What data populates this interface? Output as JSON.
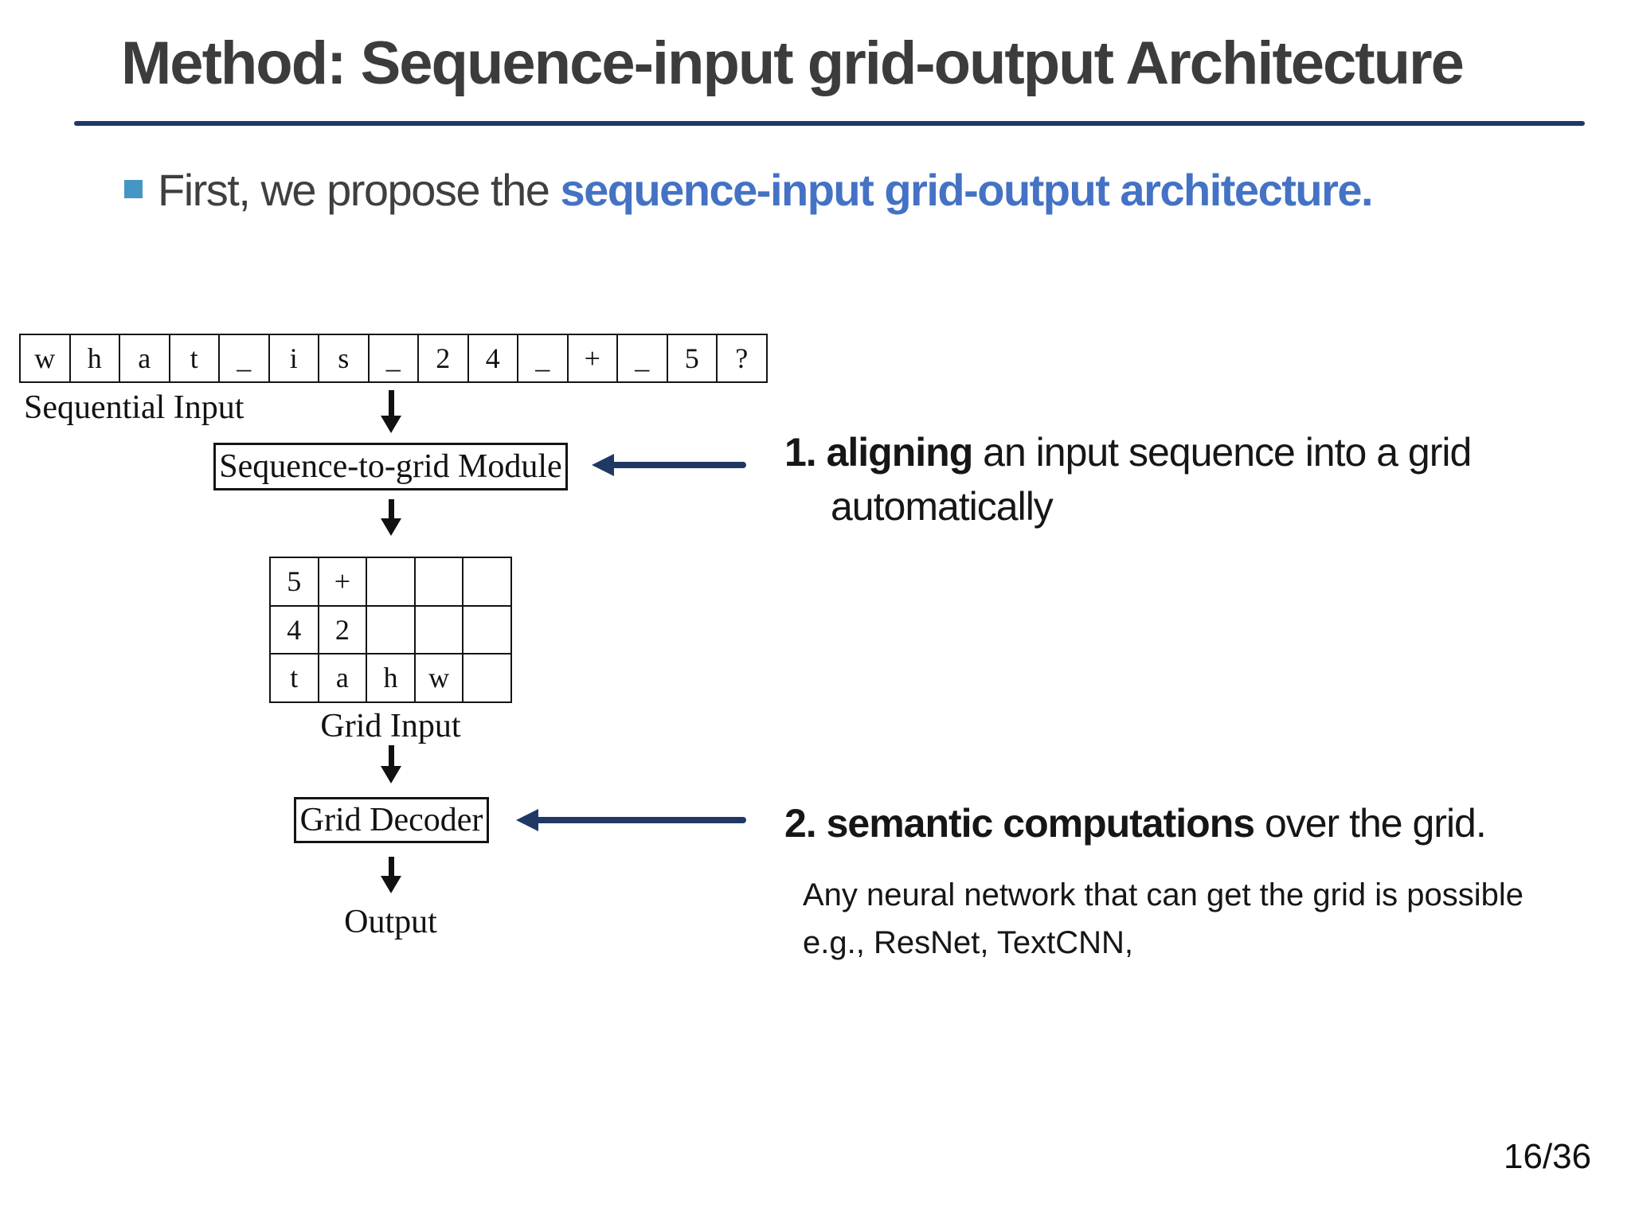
{
  "slide": {
    "title": "Method: Sequence-input grid-output Architecture",
    "page_number": "16/36"
  },
  "bullet": {
    "prefix": "First, we propose the ",
    "highlight": "sequence-input grid-output architecture."
  },
  "diagram": {
    "sequence_cells": [
      "w",
      "h",
      "a",
      "t",
      "_",
      "i",
      "s",
      "_",
      "2",
      "4",
      "_",
      "+",
      "_",
      "5",
      "?"
    ],
    "sequence_label": "Sequential Input",
    "module_label": "Sequence-to-grid Module",
    "grid_rows": [
      [
        "5",
        "+",
        "",
        "",
        ""
      ],
      [
        "4",
        "2",
        "",
        "",
        ""
      ],
      [
        "t",
        "a",
        "h",
        "w",
        ""
      ]
    ],
    "grid_label": "Grid Input",
    "decoder_label": "Grid Decoder",
    "output_label": "Output"
  },
  "annotations": {
    "note1_bold": "1. aligning",
    "note1_rest": " an input sequence into a grid",
    "note1_line2": "automatically",
    "note2_bold": "2. semantic computations",
    "note2_rest": " over the grid.",
    "note3_line1": "Any neural network that can get the grid is possible",
    "note3_line2": "e.g., ResNet, TextCNN,"
  },
  "colors": {
    "accent_blue": "#4472C4",
    "bullet_teal": "#4596C3",
    "rule_navy": "#1F3864",
    "arrow_navy": "#203864"
  }
}
